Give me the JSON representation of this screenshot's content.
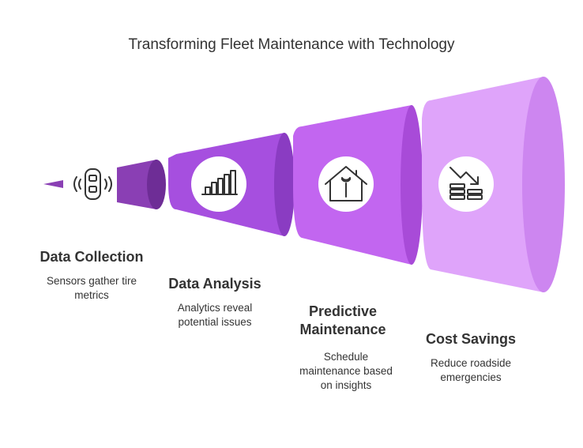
{
  "title": "Transforming Fleet Maintenance with Technology",
  "colors": {
    "cone_small": "#8a3fb4",
    "cone_small_side": "#6e2d96",
    "cone_2": "#a64fdf",
    "cone_2_side": "#8a3cc2",
    "cone_3": "#c266f0",
    "cone_3_side": "#a84bd8",
    "cone_4": "#dfa4fa",
    "cone_4_side": "#cd86f0",
    "icon_circle": "#ffffff",
    "icon_stroke": "#333333",
    "text": "#333333"
  },
  "stages": [
    {
      "heading": "Data Collection",
      "description": "Sensors gather tire metrics",
      "icon": "vehicle-sensor-icon"
    },
    {
      "heading": "Data Analysis",
      "description": "Analytics reveal potential issues",
      "icon": "bar-chart-icon"
    },
    {
      "heading": "Predictive Maintenance",
      "heading_line1": "Predictive",
      "heading_line2": "Maintenance",
      "description": "Schedule maintenance based on insights",
      "icon": "house-wrench-icon"
    },
    {
      "heading": "Cost Savings",
      "description": "Reduce roadside emergencies",
      "icon": "coins-down-arrow-icon"
    }
  ]
}
